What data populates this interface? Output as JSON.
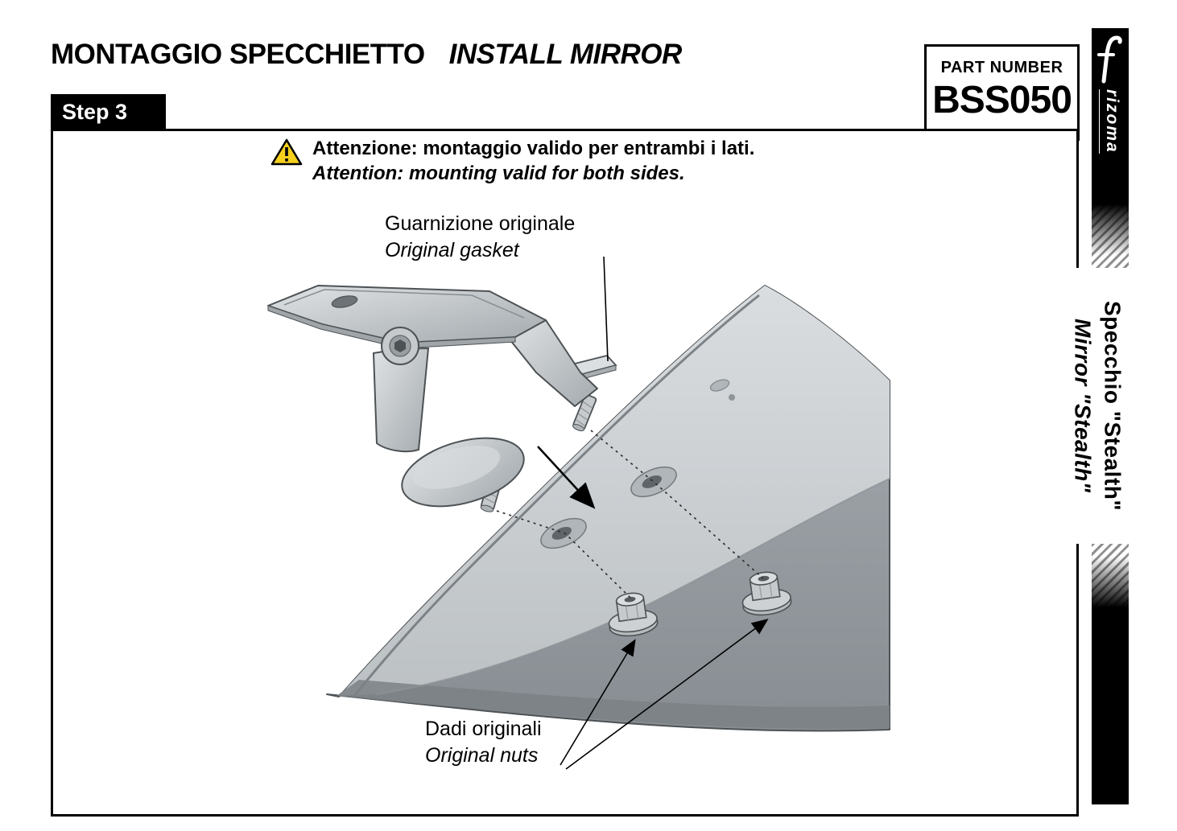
{
  "header": {
    "title_it": "MONTAGGIO SPECCHIETTO",
    "title_en": "INSTALL MIRROR",
    "step": "Step 3"
  },
  "part_number": {
    "label": "PART NUMBER",
    "value": "BSS050"
  },
  "warning": {
    "icon": "warning-triangle-icon",
    "line_it": "Attenzione: montaggio valido per entrambi i lati.",
    "line_en": "Attention: mounting valid for both sides."
  },
  "callouts": {
    "gasket": {
      "it": "Guarnizione originale",
      "en": "Original gasket"
    },
    "nuts": {
      "it": "Dadi originali",
      "en": "Original nuts"
    }
  },
  "sidebar": {
    "brand": "rizoma",
    "logo": "rizoma-logo-icon",
    "product_it": "Specchio \"Stealth\"",
    "product_en": "Mirror \"Stealth\""
  },
  "colors": {
    "frame_black": "#000000",
    "warning_yellow": "#F5D11E",
    "illustration_light": "#d2d6d8",
    "illustration_mid": "#9aa0a4",
    "illustration_dark": "#7b8185"
  }
}
